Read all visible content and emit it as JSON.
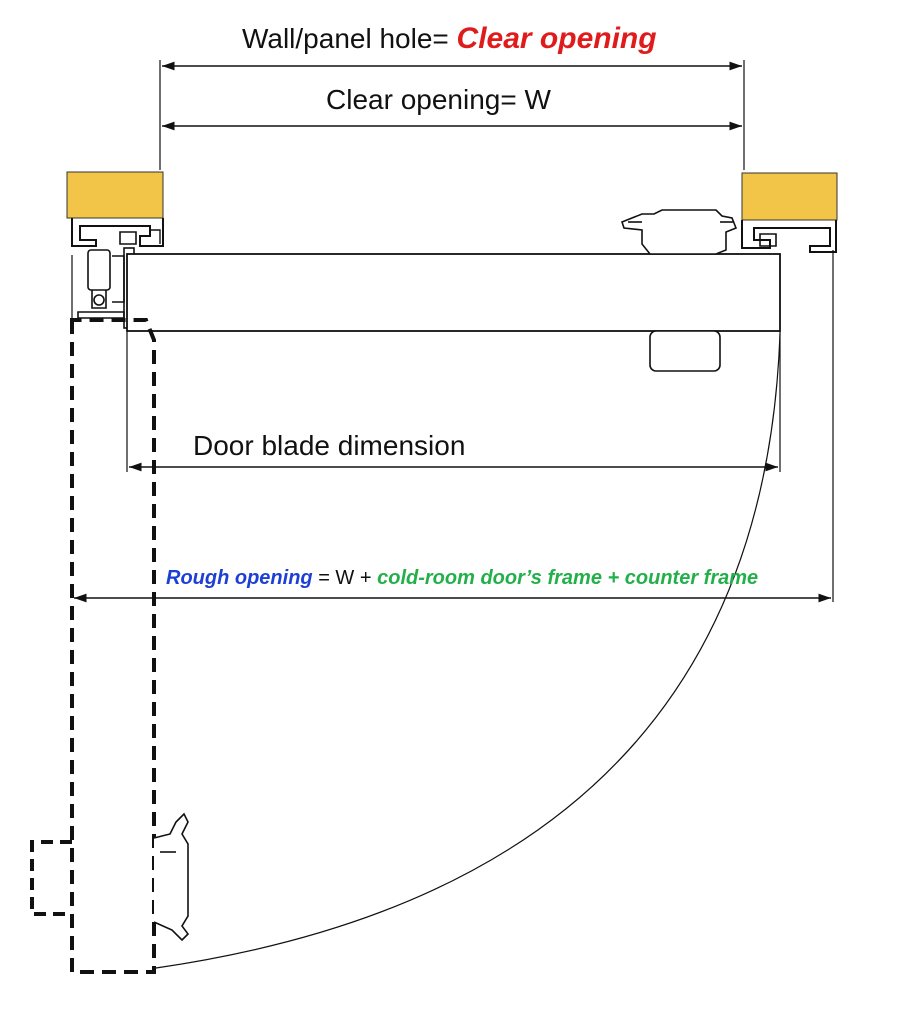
{
  "labels": {
    "wall_hole_prefix": "Wall/panel hole=",
    "wall_hole_emphasis": "Clear opening",
    "clear_opening": "Clear opening= W",
    "door_blade": "Door blade dimension",
    "rough_opening_term": "Rough opening",
    "rough_opening_equals": " = W + ",
    "rough_opening_frames": "cold-room door’s frame + counter frame"
  },
  "colors": {
    "panel_fill": "#f2c549",
    "emphasis_red": "#e01b1b",
    "rough_blue": "#1d3fd6",
    "frame_green": "#23b04a",
    "line": "#111111"
  }
}
